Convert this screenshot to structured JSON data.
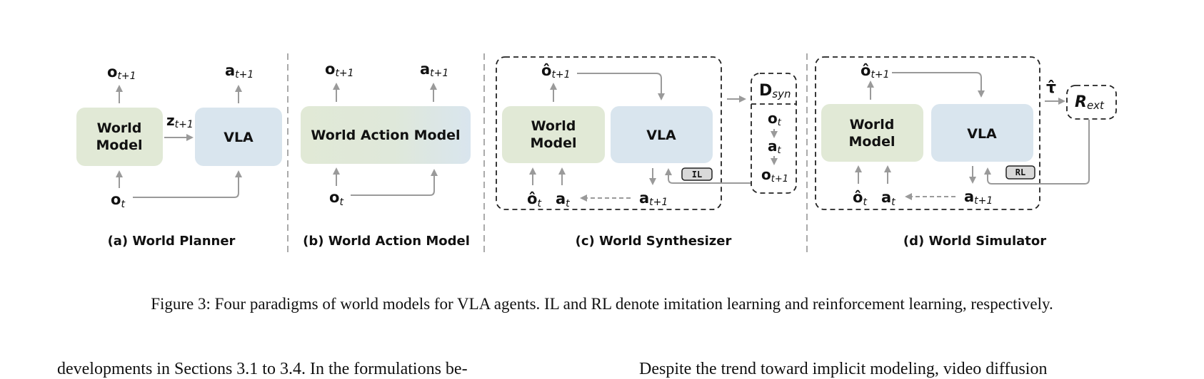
{
  "colors": {
    "world_model_fill": "#e1e9d6",
    "vla_fill": "#d9e5ee",
    "arrow": "#9a9a9a",
    "badge_fill": "#d9d9d9"
  },
  "panels": {
    "a": {
      "caption": "(a) World Planner",
      "world_model": [
        "World",
        "Model"
      ],
      "vla": "VLA",
      "out_obs": {
        "base": "o",
        "sub": "t+1"
      },
      "out_act": {
        "base": "a",
        "sub": "t+1"
      },
      "latent": {
        "base": "z",
        "sub": "t+1"
      },
      "in_obs": {
        "base": "o",
        "sub": "t"
      }
    },
    "b": {
      "caption": "(b) World Action Model",
      "wam": "World Action Model",
      "out_obs": {
        "base": "o",
        "sub": "t+1"
      },
      "out_act": {
        "base": "a",
        "sub": "t+1"
      },
      "in_obs": {
        "base": "o",
        "sub": "t"
      }
    },
    "c": {
      "caption": "(c) World Synthesizer",
      "world_model": [
        "World",
        "Model"
      ],
      "vla": "VLA",
      "pred_obs": {
        "base": "ô",
        "sub": "t+1"
      },
      "in_obs": {
        "base": "ô",
        "sub": "t"
      },
      "in_act": {
        "base": "a",
        "sub": "t"
      },
      "out_act": {
        "base": "a",
        "sub": "t+1"
      },
      "badge": "IL",
      "dataset": {
        "base": "D",
        "sub": "syn"
      },
      "dataset_items": [
        {
          "base": "o",
          "sub": "t"
        },
        {
          "base": "a",
          "sub": "t"
        },
        {
          "base": "o",
          "sub": "t+1"
        }
      ]
    },
    "d": {
      "caption": "(d) World Simulator",
      "world_model": [
        "World",
        "Model"
      ],
      "vla": "VLA",
      "pred_obs": {
        "base": "ô",
        "sub": "t+1"
      },
      "in_obs": {
        "base": "ô",
        "sub": "t"
      },
      "in_act": {
        "base": "a",
        "sub": "t"
      },
      "out_act": {
        "base": "a",
        "sub": "t+1"
      },
      "badge": "RL",
      "traj": "τ̂",
      "reward": {
        "base": "R",
        "sub": "ext"
      }
    }
  },
  "figure_caption": "Figure 3: Four paradigms of world models for VLA agents. IL and RL denote imitation learning and reinforcement learning, respectively.",
  "body_text": {
    "left": "developments in Sections 3.1 to 3.4.  In the formulations be-",
    "right": "Despite the trend toward implicit modeling, video diffusion"
  }
}
